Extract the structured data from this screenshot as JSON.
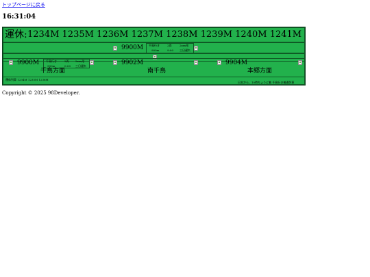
{
  "nav": {
    "back_link": "トップページに戻る"
  },
  "clock": {
    "time": "16:31:04"
  },
  "board": {
    "suspended_label": "運休:",
    "suspended_trains": "1234M 1235M 1236M 1237M 1238M 1239M 1240M 1241M",
    "row1": {
      "train": "9900M",
      "info": [
        "千鳥行き",
        "2両",
        "2xxx形",
        "900m",
        "9:00",
        "三日遅れ"
      ]
    },
    "row2": {
      "trains": [
        {
          "id": "9900M",
          "info": [
            "千鳥行き",
            "2両",
            "2xxx形",
            "900m",
            "0:00",
            "三日遅れ"
          ]
        },
        {
          "id": "9902M"
        },
        {
          "id": "9904M"
        }
      ],
      "directions": [
        "千鳥方面",
        "南千鳥",
        "本郷方面"
      ]
    },
    "bottom_left": "運休列車 1234M 1235M 1236M",
    "bottom_right": "日本から、10時ちょうど着  千鳥行き普通列車"
  },
  "footer": {
    "copyright": "Copyright © 2025 98Developer."
  }
}
